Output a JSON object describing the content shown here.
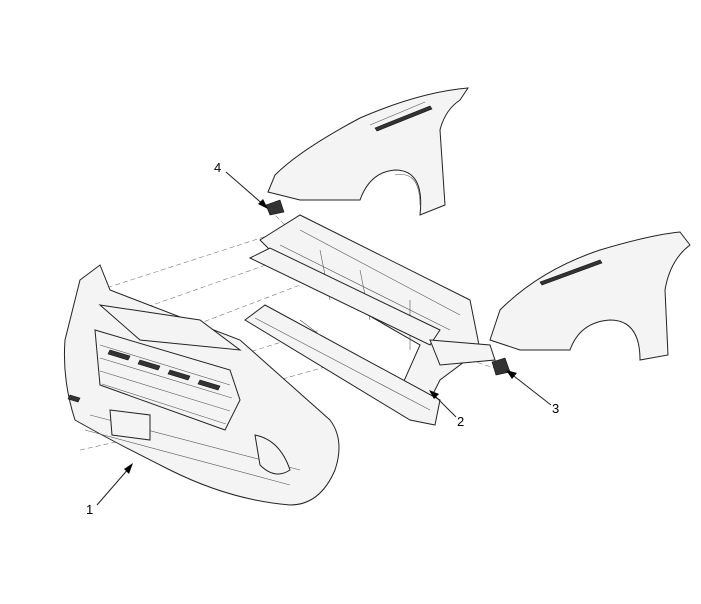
{
  "diagram": {
    "callouts": [
      {
        "number": "1",
        "part": "front-bumper"
      },
      {
        "number": "2",
        "part": "front-end-module-carrier"
      },
      {
        "number": "3",
        "part": "fender-bracket-right"
      },
      {
        "number": "4",
        "part": "fender-bracket-left"
      }
    ]
  }
}
